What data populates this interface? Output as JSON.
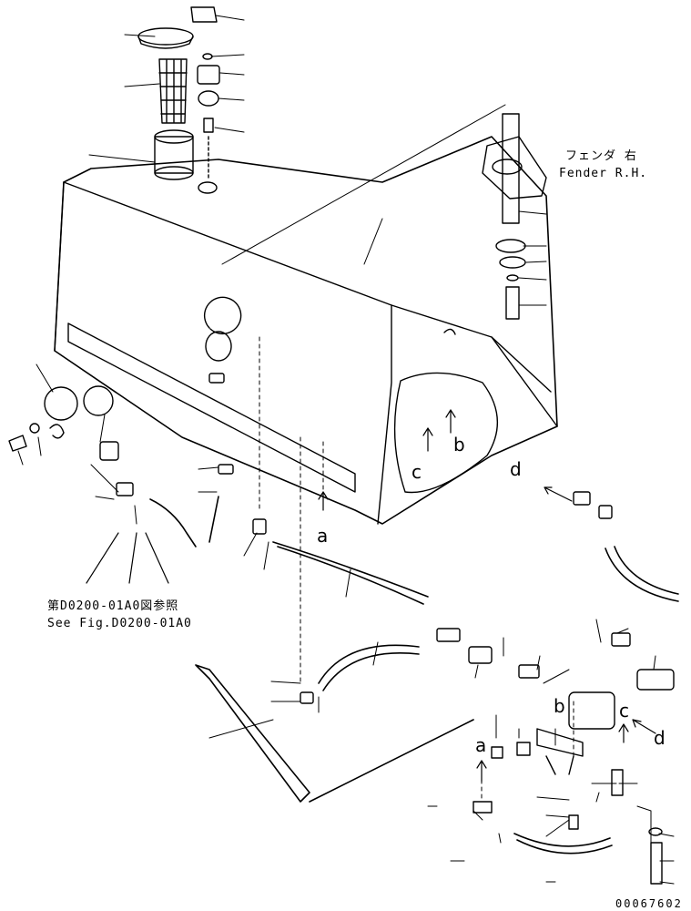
{
  "labels": {
    "fender_jp": "フェンダ 右",
    "fender_en": "Fender R.H.",
    "see_fig_jp": "第D0200-01A0図参照",
    "see_fig_en": "See Fig.D0200-01A0",
    "drawing_number": "00067602"
  },
  "connection_letters": {
    "a_upper": "a",
    "a_lower": "a",
    "b_tank": "b",
    "b_lower": "b",
    "c_tank": "c",
    "c_lower": "c",
    "d_upper": "d",
    "d_lower": "d"
  },
  "colors": {
    "line": "#000000",
    "background": "#ffffff"
  }
}
